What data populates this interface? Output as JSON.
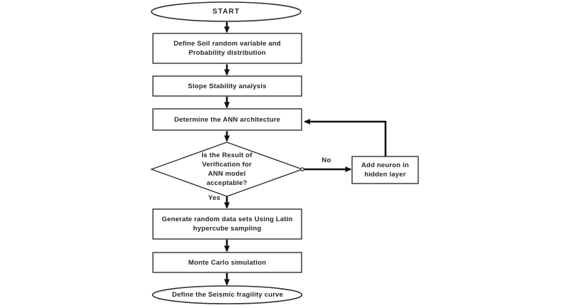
{
  "colors": {
    "line": "#111111",
    "shape_border": "#2f2f2f",
    "text": "#262626",
    "background": "#ffffff"
  },
  "nodes": {
    "start": {
      "type": "terminator",
      "label": "START"
    },
    "define_soil": {
      "type": "process",
      "lines": [
        "Define Soil random variable and",
        "Probability distribution"
      ]
    },
    "slope_stability": {
      "type": "process",
      "lines": [
        "Slope Stability analysis"
      ]
    },
    "ann_architecture": {
      "type": "process",
      "lines": [
        "Determine the ANN architecture"
      ]
    },
    "verification_decision": {
      "type": "decision",
      "lines": [
        "Is the Result of",
        "Verification for",
        "ANN model",
        "acceptable?"
      ]
    },
    "add_neuron": {
      "type": "process",
      "lines": [
        "Add neuron in",
        "hidden layer"
      ]
    },
    "generate_data": {
      "type": "process",
      "lines": [
        "Generate random data sets Using Latin",
        "hypercube sampling"
      ]
    },
    "monte_carlo": {
      "type": "process",
      "lines": [
        "Monte Carlo simulation"
      ]
    },
    "end": {
      "type": "terminator",
      "label": "Define the Seismic fragility curve"
    }
  },
  "edges": {
    "yes_label": "Yes",
    "no_label": "No"
  }
}
